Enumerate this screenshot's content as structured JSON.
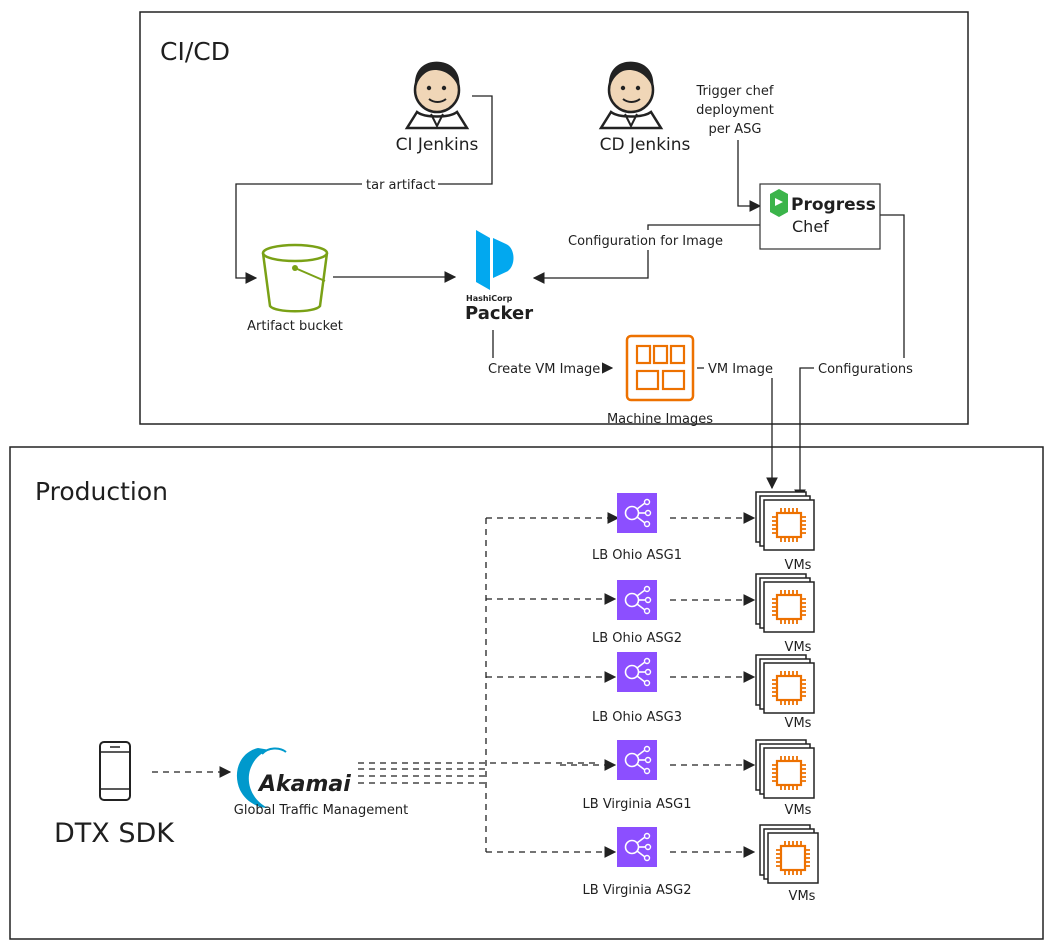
{
  "sections": {
    "cicd": {
      "title": "CI/CD"
    },
    "production": {
      "title": "Production"
    }
  },
  "nodes": {
    "ci_jenkins": {
      "label": "CI Jenkins",
      "icon": "jenkins-icon"
    },
    "cd_jenkins": {
      "label": "CD Jenkins",
      "icon": "jenkins-icon"
    },
    "chef": {
      "brand": "Progress",
      "product": "Chef",
      "icon": "progress-chef-logo"
    },
    "artifact_bucket": {
      "label": "Artifact bucket",
      "icon": "s3-bucket-icon"
    },
    "packer": {
      "vendor": "HashiCorp",
      "product": "Packer",
      "icon": "packer-logo"
    },
    "machine_images": {
      "label": "Machine Images",
      "icon": "machine-images-icon"
    },
    "sdk": {
      "label": "DTX SDK",
      "icon": "mobile-phone-icon"
    },
    "akamai": {
      "brand": "Akamai",
      "label": "Global Traffic Management",
      "icon": "akamai-logo"
    }
  },
  "edges": {
    "tar_artifact": "tar artifact",
    "trigger_chef": [
      "Trigger chef",
      "deployment",
      "per ASG"
    ],
    "config_for_image": "Configuration for Image",
    "create_vm_image": "Create VM Image",
    "vm_image": "VM Image",
    "configurations": "Configurations"
  },
  "load_balancers": [
    {
      "label": "LB Ohio ASG1",
      "vms_label": "VMs"
    },
    {
      "label": "LB Ohio ASG2",
      "vms_label": "VMs"
    },
    {
      "label": "LB Ohio ASG3",
      "vms_label": "VMs"
    },
    {
      "label": "LB Virginia ASG1",
      "vms_label": "VMs"
    },
    {
      "label": "LB Virginia ASG2",
      "vms_label": "VMs"
    }
  ],
  "colors": {
    "lb_purple": "#8c4fff",
    "compute_orange": "#ed7100",
    "bucket_green": "#7aa116",
    "packer_blue": "#02a8ef",
    "chef_green": "#3bb44a",
    "akamai_blue": "#0099cc",
    "akamai_orange": "#f48a1e"
  }
}
